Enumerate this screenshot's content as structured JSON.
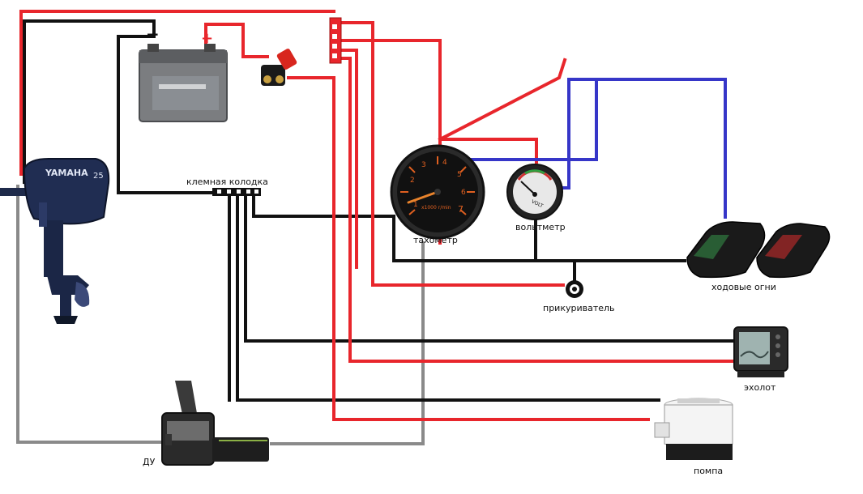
{
  "colors": {
    "positive_wire": "#e8262c",
    "negative_wire": "#111111",
    "signal_wire": "#3636c8",
    "remote_wire": "#8a8a8a",
    "background": "#ffffff"
  },
  "components": {
    "battery": {
      "plus": "+",
      "minus": "−",
      "icon": "battery-icon"
    },
    "main_switch": {
      "icon": "battery-switch-icon"
    },
    "engine": {
      "brand": "YAMAHA",
      "model": "25",
      "icon": "outboard-motor-icon"
    },
    "terminal_block": {
      "label": "клемная колодка",
      "icon": "terminal-block-icon"
    },
    "tachometer": {
      "label": "тахометр",
      "scale_text": "x1000 r/min",
      "dial_numbers": [
        "1",
        "2",
        "3",
        "4",
        "5",
        "6",
        "7"
      ],
      "icon": "tachometer-icon"
    },
    "voltmeter": {
      "label": "вольтметр",
      "scale_text": "VOLT",
      "icon": "voltmeter-icon"
    },
    "lighter": {
      "label": "прикуриватель",
      "icon": "cigarette-lighter-icon"
    },
    "nav_lights": {
      "label": "ходовые огни",
      "icon": "navigation-lights-icon"
    },
    "echosounder": {
      "label": "эхолот",
      "icon": "echosounder-icon"
    },
    "pump": {
      "label": "помпа",
      "icon": "bilge-pump-icon"
    },
    "remote": {
      "label": "ДУ",
      "icon": "remote-control-icon"
    }
  }
}
